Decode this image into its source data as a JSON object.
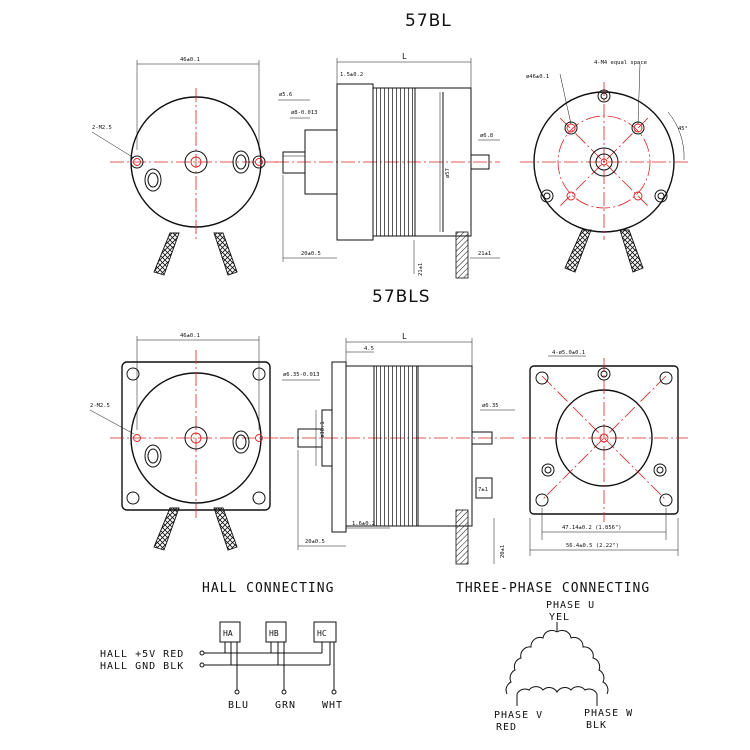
{
  "titles": {
    "bl": "57BL",
    "bls": "57BLS",
    "hall": "HALL CONNECTING",
    "three_phase": "THREE-PHASE CONNECTING"
  },
  "dims_bl": {
    "front_width": "46±0.1",
    "holes_left": "2-M2.5",
    "flange_len": "1.5±0.2",
    "length": "L",
    "shaft_len": "20±0.5",
    "shaft_dia": "ø8-0.013",
    "shaft_flat": "ø5.6",
    "body_dia": "ø57",
    "rear_shaft": "ø6.8",
    "cable_a": "21±1",
    "cable_b": "21±1",
    "mount_note": "4-M4 equal space",
    "pcd": "ø46±0.1",
    "angle": "45°"
  },
  "dims_bls": {
    "front_width": "46±0.1",
    "holes_left": "2-M2.5",
    "step": "4.5",
    "length": "L",
    "shaft_dia": "ø6.35-0.013",
    "pilot_dia": "ø38.1",
    "rear_shaft": "ø6.35",
    "flange_t": "1.6±0.2",
    "shaft_len": "20±0.5",
    "key": "7±1",
    "cable": "20±1",
    "holes_note": "4-ø5.0±0.1",
    "pcd_sq": "47.14±0.2 (1.856\")",
    "sq": "56.4±0.5 (2.22\")"
  },
  "hall": {
    "sensors": [
      "HA",
      "HB",
      "HC"
    ],
    "supply_plus": "HALL +5V RED",
    "supply_gnd": "HALL GND BLK",
    "outputs": [
      "BLU",
      "GRN",
      "WHT"
    ]
  },
  "three_phase": {
    "top_phase": "PHASE U",
    "top_color": "YEL",
    "left_phase": "PHASE V",
    "left_color": "RED",
    "right_phase": "PHASE W",
    "right_color": "BLK"
  }
}
